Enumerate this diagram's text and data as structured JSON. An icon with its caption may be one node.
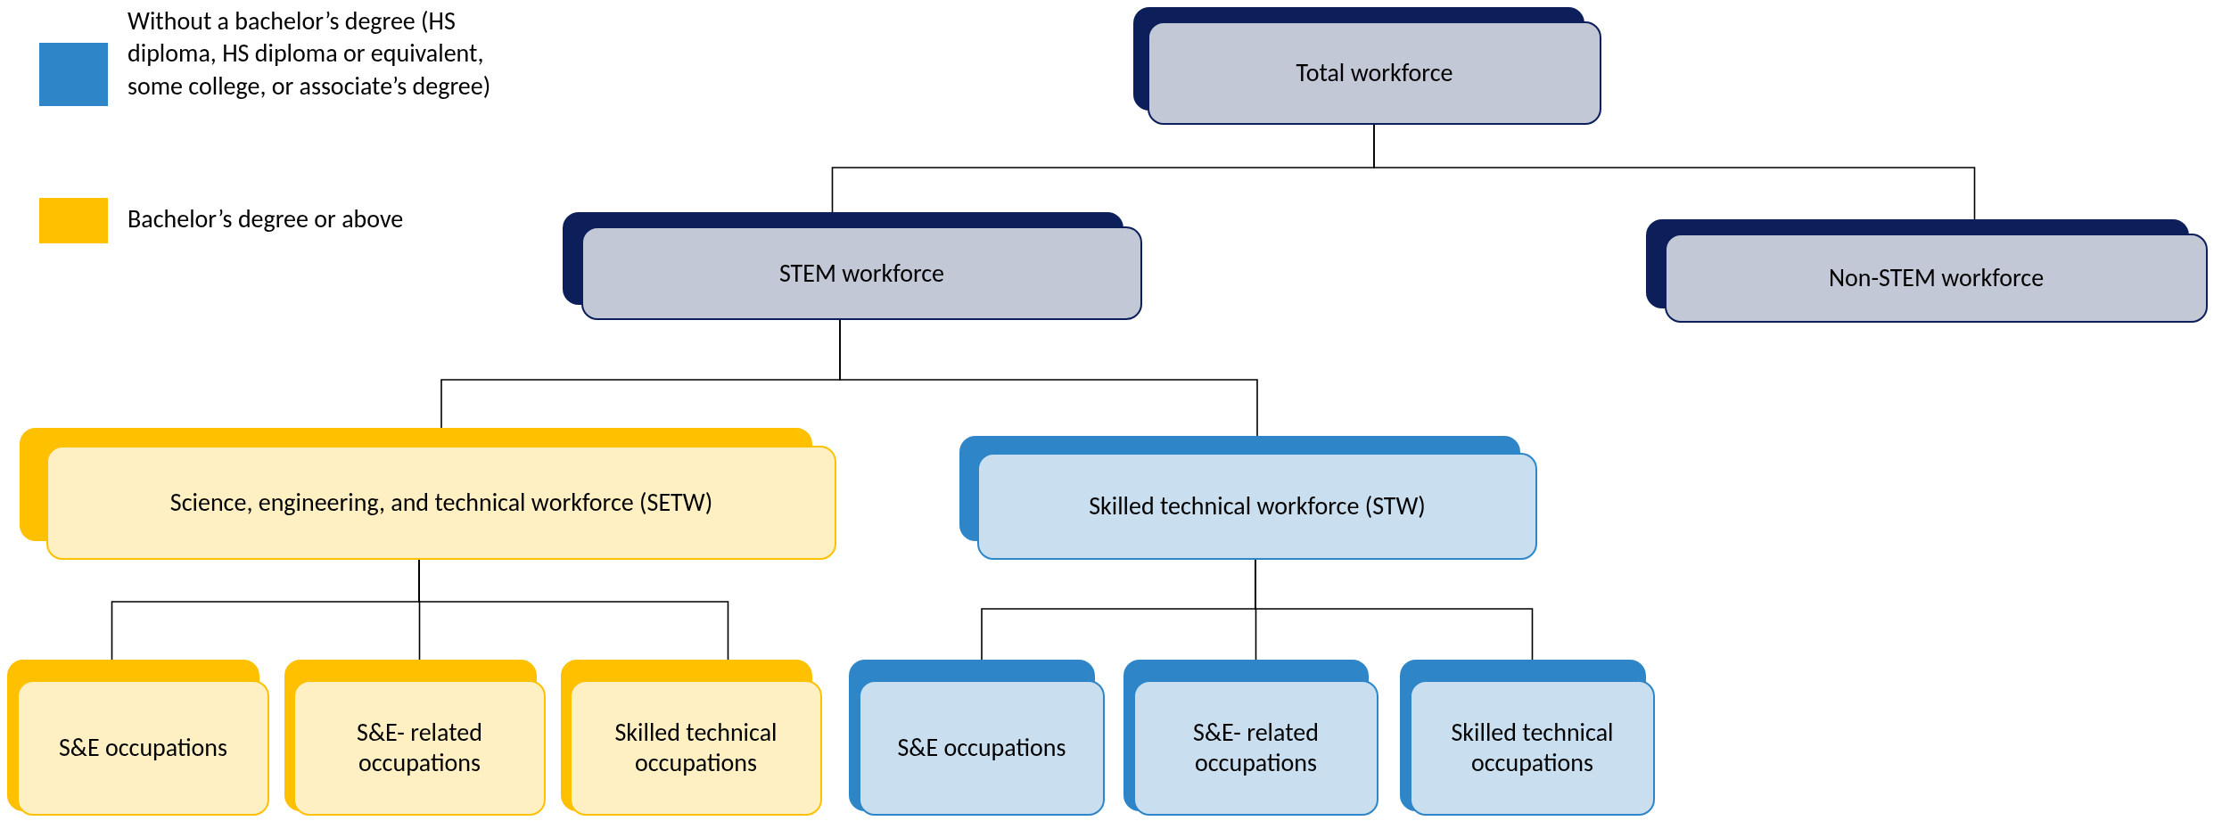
{
  "diagram": {
    "nodes": [
      {
        "text": [
          "Total workforce"
        ]
      },
      {
        "text": [
          "STEM workforce"
        ]
      },
      {
        "text": [
          "Non-STEM workforce"
        ]
      },
      {
        "text": [
          "Science, engineering, and technical  workforce (SETW)"
        ]
      },
      {
        "text": [
          "Skilled technical workforce (STW)"
        ]
      },
      {
        "text": [
          "S&E occupations"
        ]
      },
      {
        "text": [
          "S&E- related occupations"
        ]
      },
      {
        "text": [
          "Skilled technical occupations"
        ]
      },
      {
        "text": [
          "S&E occupations"
        ]
      },
      {
        "text": [
          "S&E- related occupations"
        ]
      },
      {
        "text": [
          "Skilled technical occupations"
        ]
      }
    ],
    "edges": [
      {
        "from": 0,
        "to": 1,
        "arrow": "none"
      },
      {
        "from": 0,
        "to": 2,
        "arrow": "none"
      },
      {
        "from": 1,
        "to": 3,
        "arrow": "none"
      },
      {
        "from": 1,
        "to": 4,
        "arrow": "none"
      },
      {
        "from": 3,
        "to": 5,
        "arrow": "none"
      },
      {
        "from": 3,
        "to": 6,
        "arrow": "none"
      },
      {
        "from": 3,
        "to": 7,
        "arrow": "none"
      },
      {
        "from": 4,
        "to": 8,
        "arrow": "none"
      },
      {
        "from": 4,
        "to": 9,
        "arrow": "none"
      },
      {
        "from": 4,
        "to": 10,
        "arrow": "none"
      }
    ],
    "legend": [
      {
        "text": "Without a bachelor’s degree (HS diploma, HS diploma or equivalent, some college, or associate’s degree)",
        "color": "#2e86c8"
      },
      {
        "text": "Bachelor’s degree or above",
        "color": "#ffc000"
      }
    ]
  }
}
